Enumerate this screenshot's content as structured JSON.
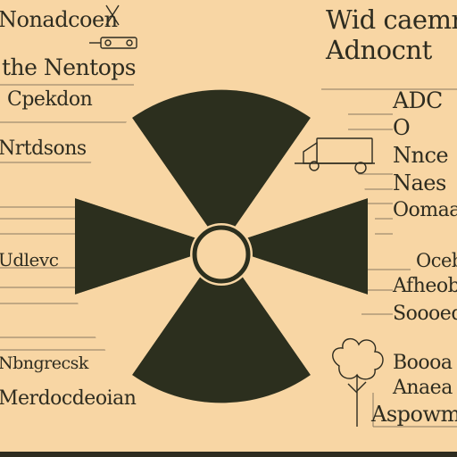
{
  "colors": {
    "background": "#f8d6a4",
    "ink": "#2e2c20",
    "fill": "#2c2f1e",
    "line": "#8a7a62"
  },
  "left_labels": [
    "Nonadcoen",
    "the Nentops",
    "Cpekdon",
    "Nrtdsons",
    "Udlevc",
    "Nbngrecsk",
    "Merdocdeoian"
  ],
  "right_labels": [
    "Wid caemn",
    "Adnocnt",
    "ADC",
    "O",
    "Nnce",
    "Naes",
    "Oomaa",
    "Oceb",
    "Afheob",
    "Soooed",
    "Boooa",
    "Anaea",
    "Aspowm"
  ],
  "icons": [
    "cross-icon",
    "truck-icon",
    "tree-icon",
    "radiation-symbol"
  ]
}
